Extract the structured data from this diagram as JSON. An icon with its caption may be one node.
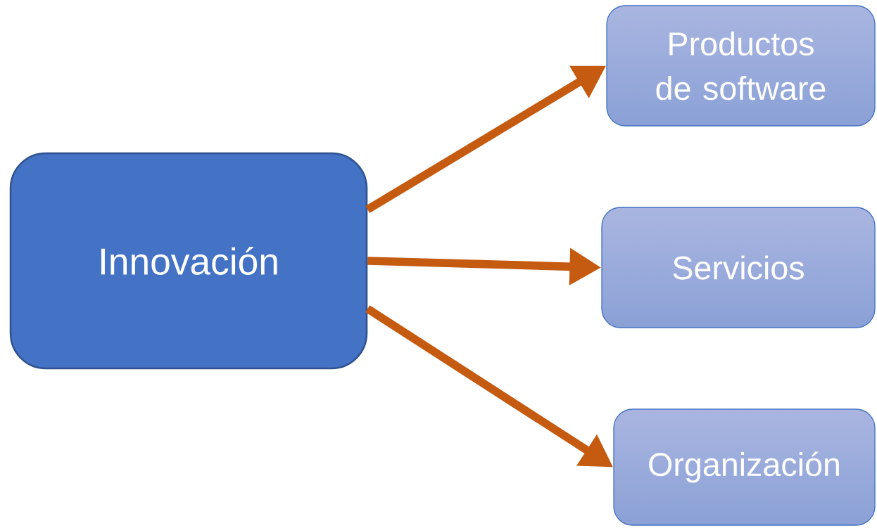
{
  "diagram": {
    "nodes": [
      {
        "text": [
          "Innovación"
        ]
      },
      {
        "text": [
          "Productos de software"
        ]
      },
      {
        "text": [
          "Servicios"
        ]
      },
      {
        "text": [
          "Organización"
        ]
      }
    ],
    "edges": [
      {
        "from": 0,
        "to": 1,
        "arrow": "to"
      },
      {
        "from": 0,
        "to": 2,
        "arrow": "to"
      },
      {
        "from": 0,
        "to": 3,
        "arrow": "to"
      }
    ]
  }
}
